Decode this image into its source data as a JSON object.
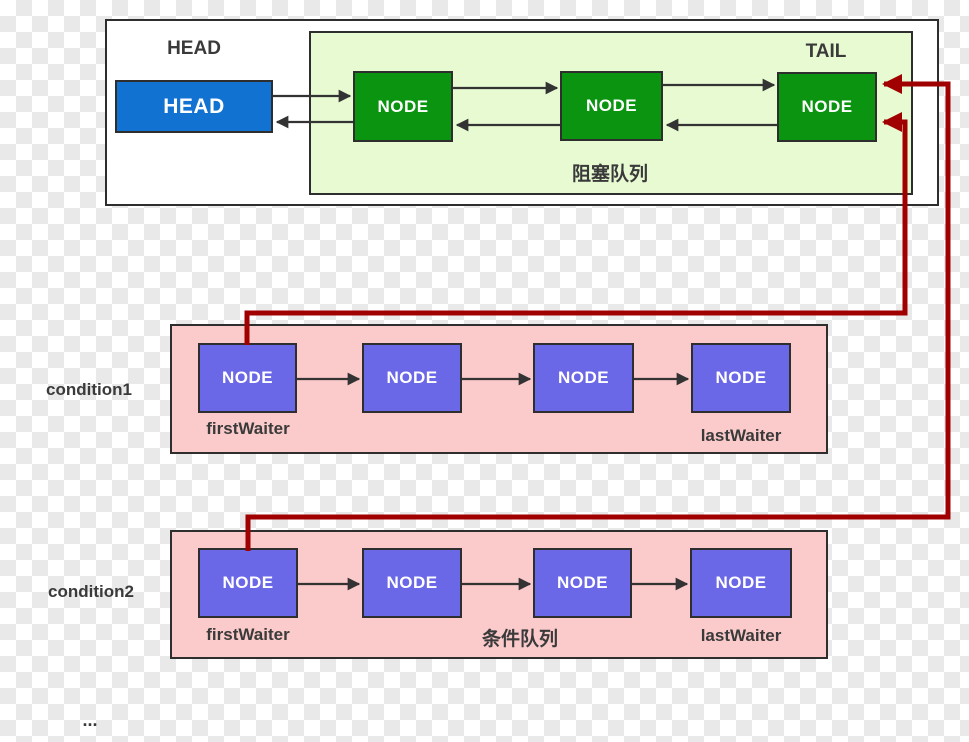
{
  "colors": {
    "bg-check": "#e9e9e9",
    "border": "#2e2e2e",
    "text": "#3a3a3a",
    "head-blue": "#1272d2",
    "node-green": "#0a9410",
    "panel-green": "#e8fad2",
    "node-purple": "#6b68e8",
    "panel-pink": "#fbcaca",
    "arrow-black": "#333333",
    "link-red": "#a00000"
  },
  "sync_queue": {
    "head_title": "HEAD",
    "tail_title": "TAIL",
    "head_box": "HEAD",
    "queue_label": "阻塞队列",
    "nodes": [
      "NODE",
      "NODE",
      "NODE"
    ]
  },
  "condition1": {
    "name": "condition1",
    "first_waiter": "firstWaiter",
    "last_waiter": "lastWaiter",
    "nodes": [
      "NODE",
      "NODE",
      "NODE",
      "NODE"
    ]
  },
  "condition2": {
    "name": "condition2",
    "first_waiter": "firstWaiter",
    "last_waiter": "lastWaiter",
    "queue_label": "条件队列",
    "nodes": [
      "NODE",
      "NODE",
      "NODE",
      "NODE"
    ]
  },
  "ellipsis": "..."
}
